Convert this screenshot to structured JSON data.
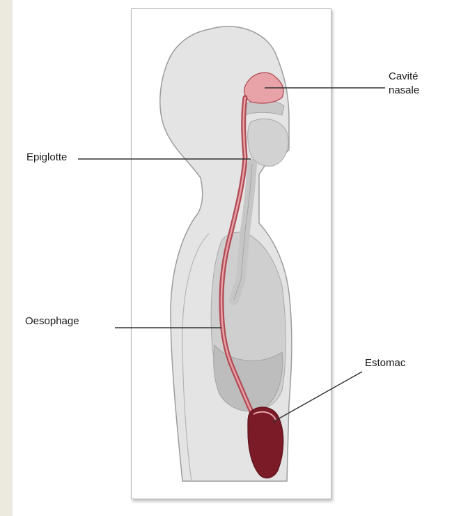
{
  "labels": {
    "cavite_line1": "Cavité",
    "cavite_line2": "nasale",
    "epiglotte": "Epiglotte",
    "oesophage": "Oesophage",
    "estomac": "Estomac"
  },
  "colors": {
    "background": "#ffffff",
    "side_strip": "#ece9de",
    "body_fill": "#e4e4e4",
    "body_outline": "#9c9c9c",
    "organ_gray": "#c9c9c9",
    "tract_red": "#b14a55",
    "tract_light": "#e7a3a8",
    "stomach_dark": "#7a1b27",
    "leader_line": "#333333"
  }
}
